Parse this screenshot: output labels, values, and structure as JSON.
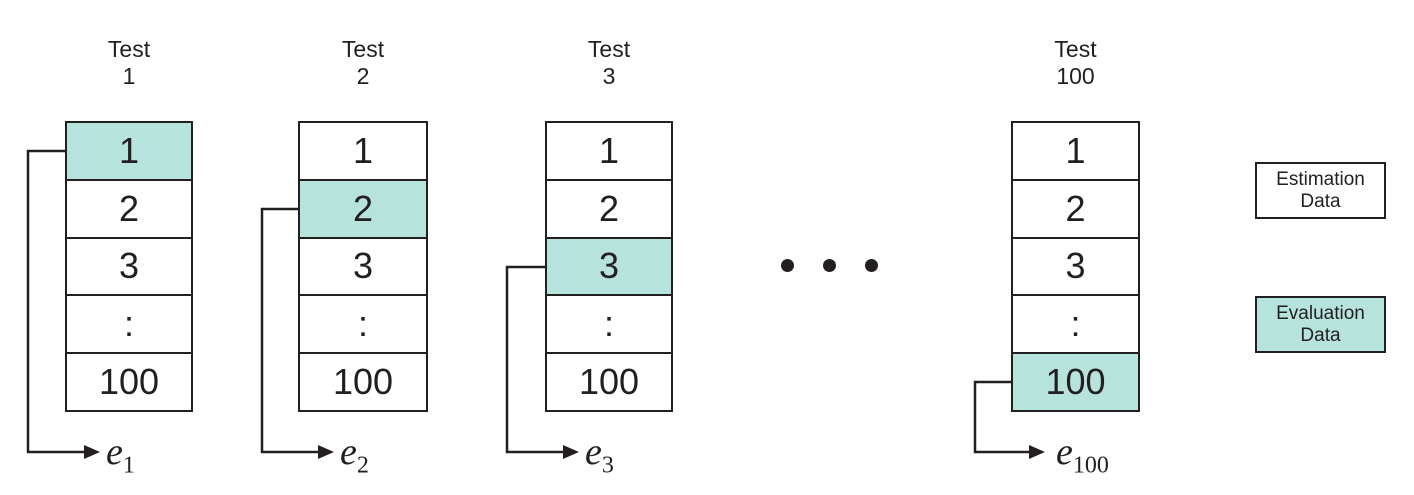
{
  "diagram": {
    "columns": [
      {
        "title_lines": [
          "Test",
          "1"
        ],
        "cells": [
          "1",
          "2",
          "3",
          ":",
          "100"
        ],
        "highlight_index": 0,
        "error_label": {
          "base": "e",
          "sub": "1"
        }
      },
      {
        "title_lines": [
          "Test",
          "2"
        ],
        "cells": [
          "1",
          "2",
          "3",
          ":",
          "100"
        ],
        "highlight_index": 1,
        "error_label": {
          "base": "e",
          "sub": "2"
        }
      },
      {
        "title_lines": [
          "Test",
          "3"
        ],
        "cells": [
          "1",
          "2",
          "3",
          ":",
          "100"
        ],
        "highlight_index": 2,
        "error_label": {
          "base": "e",
          "sub": "3"
        }
      },
      {
        "title_lines": [
          "Test",
          "100"
        ],
        "cells": [
          "1",
          "2",
          "3",
          ":",
          "100"
        ],
        "highlight_index": 4,
        "error_label": {
          "base": "e",
          "sub": "100"
        }
      }
    ],
    "icons": {
      "horizontal_ellipsis": "• • •",
      "arrow": "→"
    },
    "legend": [
      {
        "lines": [
          "Estimation",
          "Data"
        ]
      },
      {
        "lines": [
          "Evaluation",
          "Data"
        ]
      }
    ],
    "colors": {
      "evaluation_fill": "#b6e3dc",
      "estimation_fill": "#ffffff",
      "line": "#231f20",
      "text": "#231f20"
    }
  }
}
